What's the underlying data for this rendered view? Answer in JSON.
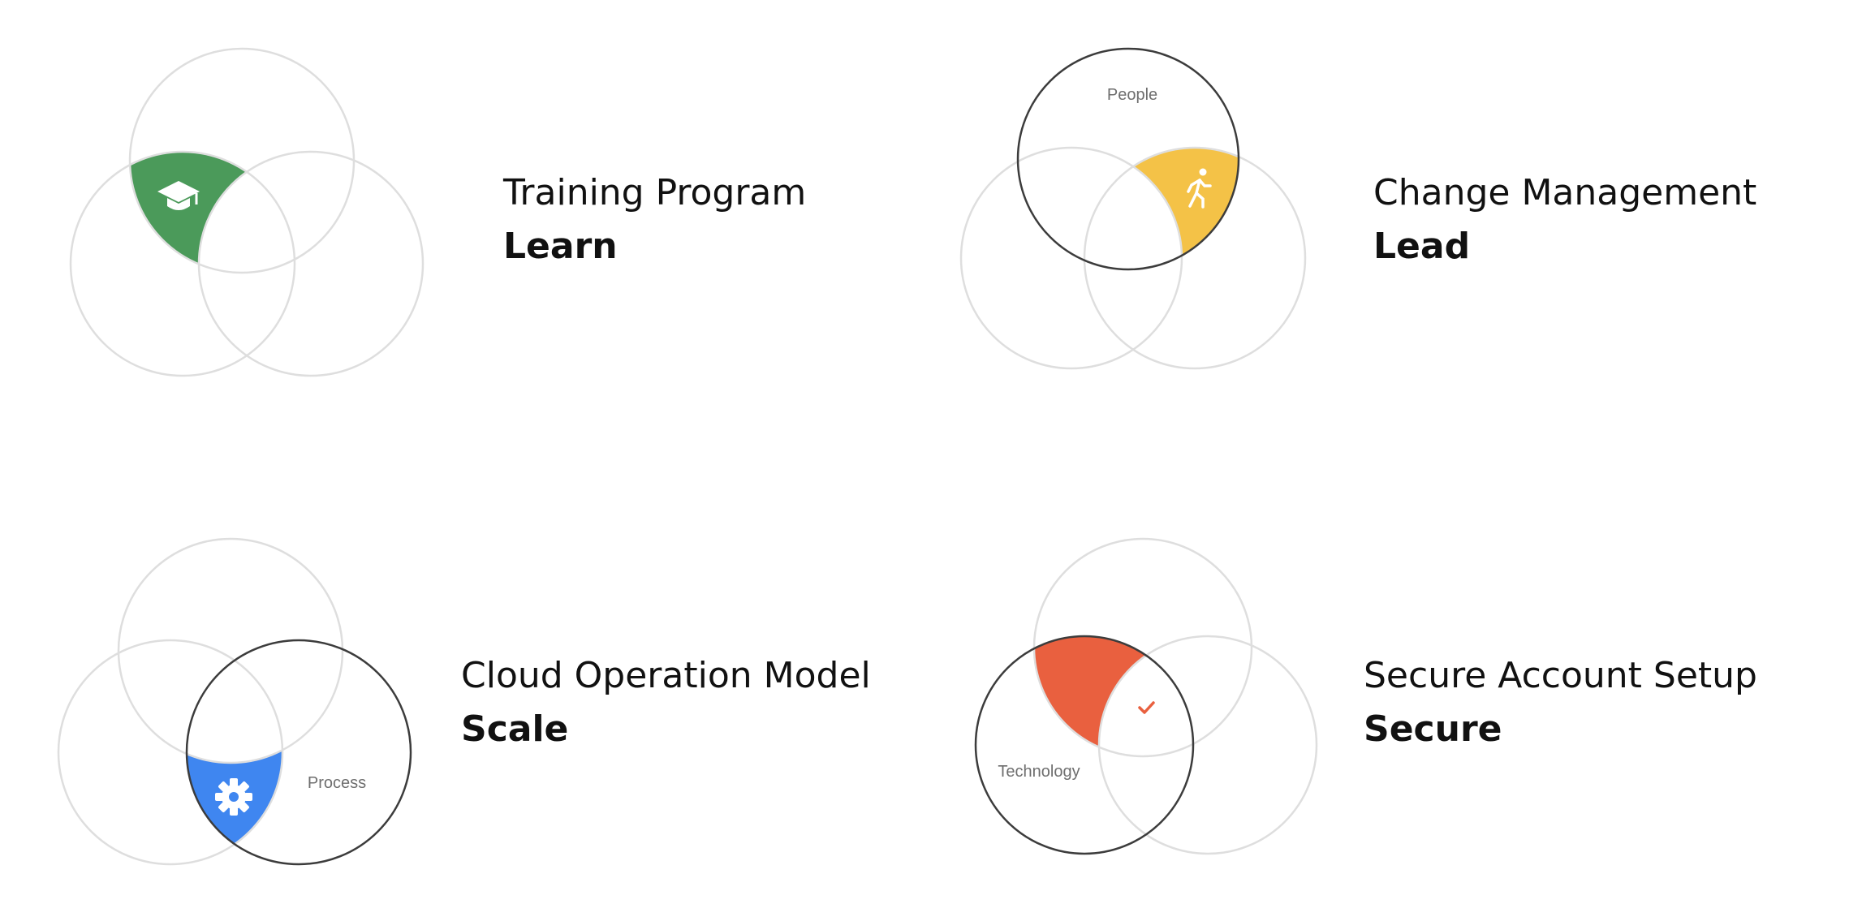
{
  "panels": [
    {
      "title": "Training Program",
      "subtitle": "Learn",
      "icon": "graduation-cap-icon",
      "color": "#4b9a5a"
    },
    {
      "title": "Change Management",
      "subtitle": "Lead",
      "icon": "running-person-icon",
      "color": "#f4c247",
      "circle_label": "People"
    },
    {
      "title": "Cloud Operation Model",
      "subtitle": "Scale",
      "icon": "gear-icon",
      "color": "#3f86f0",
      "circle_label": "Process"
    },
    {
      "title": "Secure Account Setup",
      "subtitle": "Secure",
      "icon": "shield-check-icon",
      "color": "#e9603f",
      "circle_label": "Technology"
    }
  ]
}
